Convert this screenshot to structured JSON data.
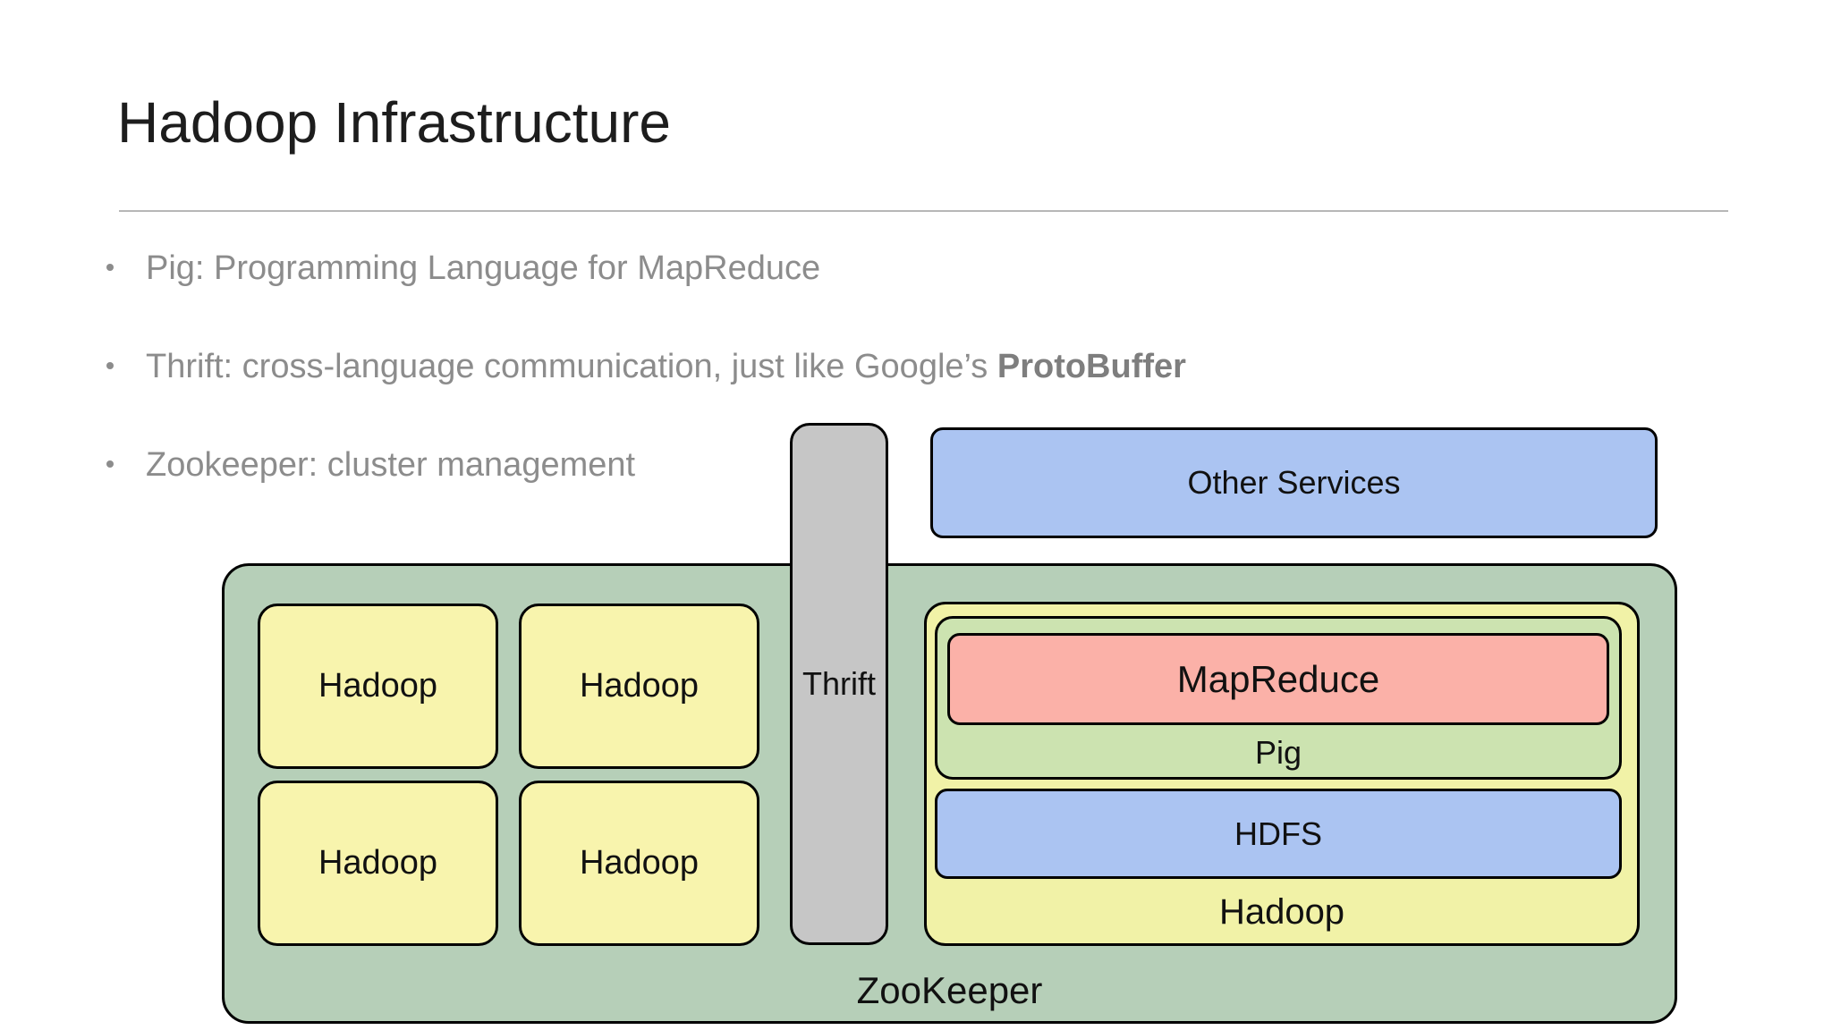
{
  "slide": {
    "title": "Hadoop Infrastructure",
    "bullets": [
      {
        "text": "Pig: Programming Language for MapReduce",
        "bold": ""
      },
      {
        "text": "Thrift: cross-language communication, just like Google’s ",
        "bold": "ProtoBuffer"
      },
      {
        "text": "Zookeeper: cluster management",
        "bold": ""
      }
    ]
  },
  "diagram": {
    "other_services_label": "Other Services",
    "thrift_label": "Thrift",
    "zookeeper_label": "ZooKeeper",
    "hadoop_nodes": [
      "Hadoop",
      "Hadoop",
      "Hadoop",
      "Hadoop"
    ],
    "hadoop_container_label": "Hadoop",
    "pig_label": "Pig",
    "mapreduce_label": "MapReduce",
    "hdfs_label": "HDFS"
  },
  "colors": {
    "background": "#ffffff",
    "title_text": "#1d1d1d",
    "bullet_text": "#8c8c8c",
    "divider": "#b7b7b7",
    "box_border": "#000000",
    "blue_box": "#abc4f2",
    "gray_box": "#c6c6c6",
    "outer_green_box": "#b6cfb8",
    "inner_green_box": "#cce3b0",
    "yellow_node_box": "#f8f4ad",
    "yellow_container_box": "#f1f2a7",
    "red_box": "#fbb1a8",
    "label_text": "#111111"
  }
}
